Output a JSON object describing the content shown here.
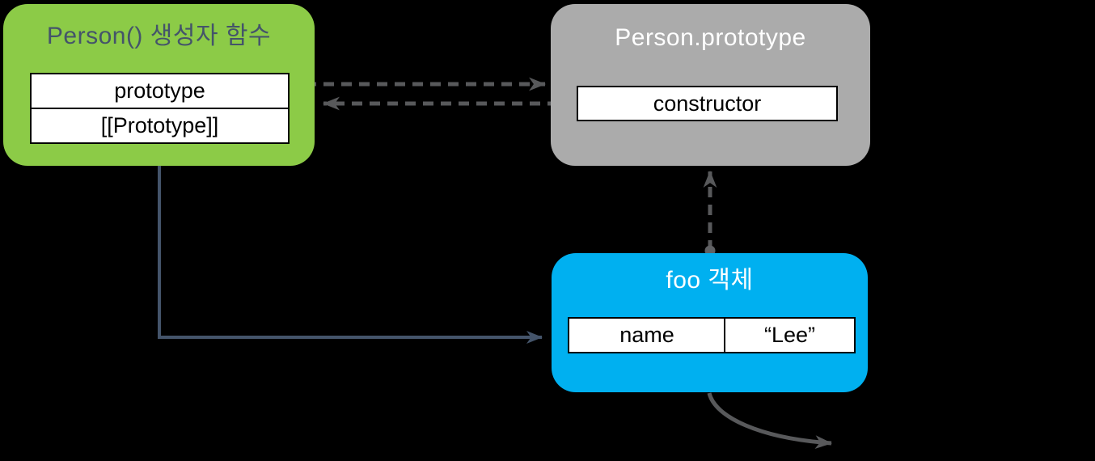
{
  "colors": {
    "background": "#000000",
    "green_box": "#8ccb47",
    "gray_box": "#ababab",
    "blue_box": "#00b0f0",
    "cell_bg": "#ffffff",
    "cell_border": "#000000",
    "cell_text": "#000000",
    "green_title": "#44546a",
    "light_title": "#ffffff",
    "dashed_arrow": "#58595b",
    "solid_arrow": "#44546a",
    "curved_arrow": "#58595b",
    "dot_color": "#606164"
  },
  "boxes": {
    "person_constructor": {
      "title": "Person() 생성자 함수",
      "cells": [
        "prototype",
        "[[Prototype]]"
      ]
    },
    "person_prototype": {
      "title": "Person.prototype",
      "cells": [
        "constructor"
      ]
    },
    "foo_object": {
      "title": "foo 객체",
      "property": {
        "key": "name",
        "value": "“Lee”"
      }
    }
  }
}
